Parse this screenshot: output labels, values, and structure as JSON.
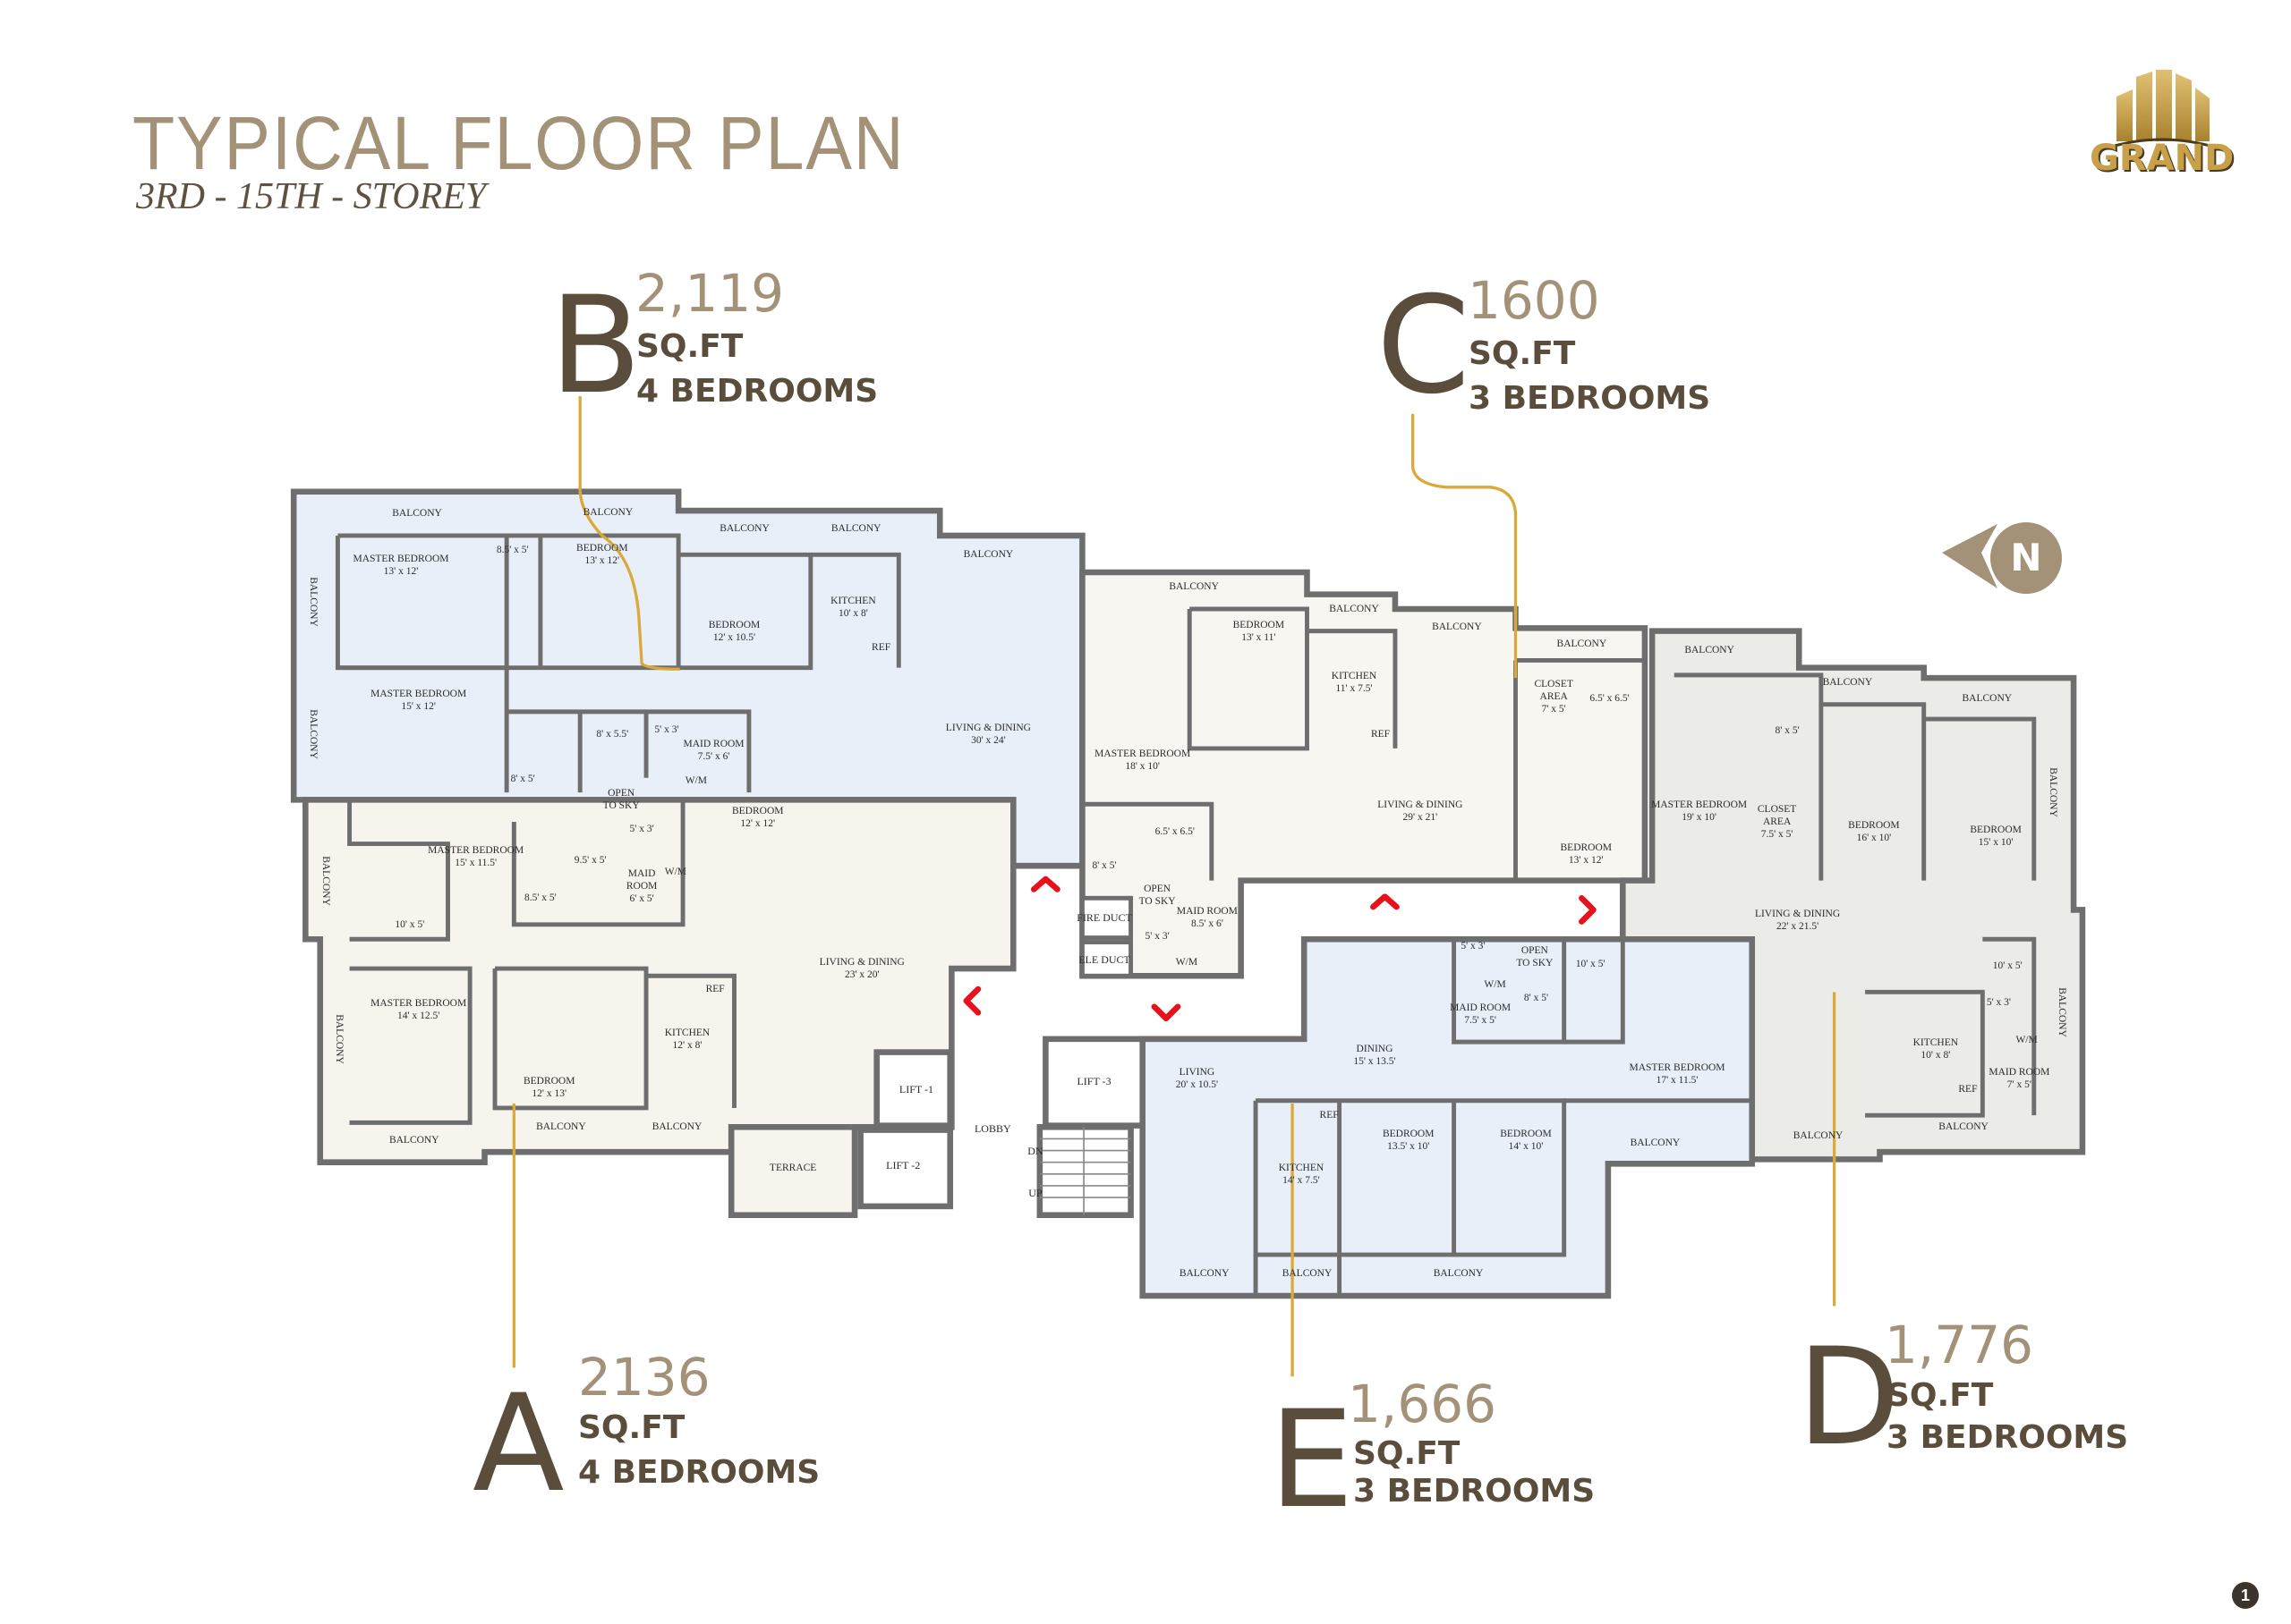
{
  "header": {
    "title": "TYPICAL FLOOR PLAN",
    "subtitle": "3RD - 15TH - STOREY"
  },
  "logo": {
    "text": "GRAND",
    "color": "#c9a04a"
  },
  "north": {
    "label": "N"
  },
  "page_number": "1",
  "colors": {
    "accent": "#a39277",
    "dark": "#5a4d3b",
    "leader": "#d9a93a",
    "arrow": "#e8101a",
    "unit_blue": "#e8eff8",
    "unit_cream": "#f7f4ee",
    "unit_grey": "#ebece8"
  },
  "units": {
    "A": {
      "letter": "A",
      "area": "2136",
      "sqft": "SQ.FT",
      "bedrooms": "4 BEDROOMS",
      "rooms": [
        {
          "name": "MASTER BEDROOM",
          "size": "15' x 11.5'"
        },
        {
          "name": "9.5' x 5'"
        },
        {
          "name": "MAID ROOM",
          "size": "6' x 5'"
        },
        {
          "name": "5' x 3'"
        },
        {
          "name": "W/M"
        },
        {
          "name": "8.5' x 5'"
        },
        {
          "name": "BEDROOM",
          "size": "12' x 12'"
        },
        {
          "name": "LIVING & DINING",
          "size": "23' x 20'"
        },
        {
          "name": "10' x 5'"
        },
        {
          "name": "MASTER BEDROOM",
          "size": "14' x 12.5'"
        },
        {
          "name": "BEDROOM",
          "size": "12' x 13'"
        },
        {
          "name": "KITCHEN",
          "size": "12' x 8'"
        },
        {
          "name": "REF"
        },
        {
          "name": "BALCONY"
        },
        {
          "name": "BALCONY"
        },
        {
          "name": "BALCONY"
        },
        {
          "name": "BALCONY"
        },
        {
          "name": "BALCONY"
        },
        {
          "name": "TERRACE"
        }
      ]
    },
    "B": {
      "letter": "B",
      "area": "2,119",
      "sqft": "SQ.FT",
      "bedrooms": "4 BEDROOMS",
      "rooms": [
        {
          "name": "BALCONY"
        },
        {
          "name": "BALCONY"
        },
        {
          "name": "BALCONY"
        },
        {
          "name": "BALCONY"
        },
        {
          "name": "BALCONY"
        },
        {
          "name": "BALCONY"
        },
        {
          "name": "BALCONY"
        },
        {
          "name": "MASTER BEDROOM",
          "size": "13' x 12'"
        },
        {
          "name": "8.5' x 5'"
        },
        {
          "name": "BEDROOM",
          "size": "13' x 12'"
        },
        {
          "name": "BEDROOM",
          "size": "12' x 10.5'"
        },
        {
          "name": "KITCHEN",
          "size": "10' x 8'"
        },
        {
          "name": "REF"
        },
        {
          "name": "LIVING & DINING",
          "size": "30' x 24'"
        },
        {
          "name": "MASTER BEDROOM",
          "size": "15' x 12'"
        },
        {
          "name": "8' x 5.5'"
        },
        {
          "name": "5' x 3'"
        },
        {
          "name": "MAID ROOM",
          "size": "7.5' x 6'"
        },
        {
          "name": "W/M"
        },
        {
          "name": "8' x 5'"
        },
        {
          "name": "OPEN TO SKY"
        }
      ]
    },
    "C": {
      "letter": "C",
      "area": "1600",
      "sqft": "SQ.FT",
      "bedrooms": "3 BEDROOMS",
      "rooms": [
        {
          "name": "BALCONY"
        },
        {
          "name": "BALCONY"
        },
        {
          "name": "BALCONY"
        },
        {
          "name": "BALCONY"
        },
        {
          "name": "BEDROOM",
          "size": "13' x 11'"
        },
        {
          "name": "KITCHEN",
          "size": "11' x 7.5'"
        },
        {
          "name": "REF"
        },
        {
          "name": "MASTER BEDROOM",
          "size": "18' x 10'"
        },
        {
          "name": "CLOSET AREA",
          "size": "7' x 5'"
        },
        {
          "name": "6.5' x 6.5'"
        },
        {
          "name": "LIVING & DINING",
          "size": "29' x 21'"
        },
        {
          "name": "BEDROOM",
          "size": "13' x 12'"
        },
        {
          "name": "6.5' x 6.5'"
        },
        {
          "name": "8' x 5'"
        },
        {
          "name": "OPEN TO SKY"
        },
        {
          "name": "MAID ROOM",
          "size": "8.5' x 6'"
        },
        {
          "name": "5' x 3'"
        },
        {
          "name": "W/M"
        }
      ]
    },
    "D": {
      "letter": "D",
      "area": "1,776",
      "sqft": "SQ.FT",
      "bedrooms": "3 BEDROOMS",
      "rooms": [
        {
          "name": "BALCONY"
        },
        {
          "name": "BALCONY"
        },
        {
          "name": "BALCONY"
        },
        {
          "name": "BALCONY"
        },
        {
          "name": "MASTER BEDROOM",
          "size": "19' x 10'"
        },
        {
          "name": "8' x 5'"
        },
        {
          "name": "CLOSET AREA",
          "size": "7.5' x 5'"
        },
        {
          "name": "BEDROOM",
          "size": "16' x 10'"
        },
        {
          "name": "BEDROOM",
          "size": "15' x 10'"
        },
        {
          "name": "LIVING & DINING",
          "size": "22' x 21.5'"
        },
        {
          "name": "10' x 5'"
        },
        {
          "name": "KITCHEN",
          "size": "10' x 8'"
        },
        {
          "name": "5' x 3'"
        },
        {
          "name": "W/M"
        },
        {
          "name": "MAID ROOM",
          "size": "7' x 5'"
        },
        {
          "name": "REF"
        },
        {
          "name": "BALCONY"
        },
        {
          "name": "BALCONY"
        },
        {
          "name": "BALCONY"
        }
      ]
    },
    "E": {
      "letter": "E",
      "area": "1,666",
      "sqft": "SQ.FT",
      "bedrooms": "3 BEDROOMS",
      "rooms": [
        {
          "name": "DINING",
          "size": "15' x 13.5'"
        },
        {
          "name": "LIVING",
          "size": "20' x 10.5'"
        },
        {
          "name": "5' x 3'"
        },
        {
          "name": "OPEN TO SKY"
        },
        {
          "name": "10' x 5'"
        },
        {
          "name": "W/M"
        },
        {
          "name": "MAID ROOM",
          "size": "7.5' x 5'"
        },
        {
          "name": "8' x 5'"
        },
        {
          "name": "MASTER BEDROOM",
          "size": "17' x 11.5'"
        },
        {
          "name": "KITCHEN",
          "size": "14' x 7.5'"
        },
        {
          "name": "BEDROOM",
          "size": "13.5' x 10'"
        },
        {
          "name": "BEDROOM",
          "size": "14' x 10'"
        },
        {
          "name": "REF"
        },
        {
          "name": "BALCONY"
        },
        {
          "name": "BALCONY"
        },
        {
          "name": "BALCONY"
        },
        {
          "name": "BALCONY"
        }
      ]
    }
  },
  "core": [
    {
      "name": "LIFT -1"
    },
    {
      "name": "LIFT -3"
    },
    {
      "name": "LIFT -2"
    },
    {
      "name": "LOBBY"
    },
    {
      "name": "DN"
    },
    {
      "name": "UP"
    },
    {
      "name": "FIRE DUCT"
    },
    {
      "name": "ELE DUCT"
    }
  ]
}
